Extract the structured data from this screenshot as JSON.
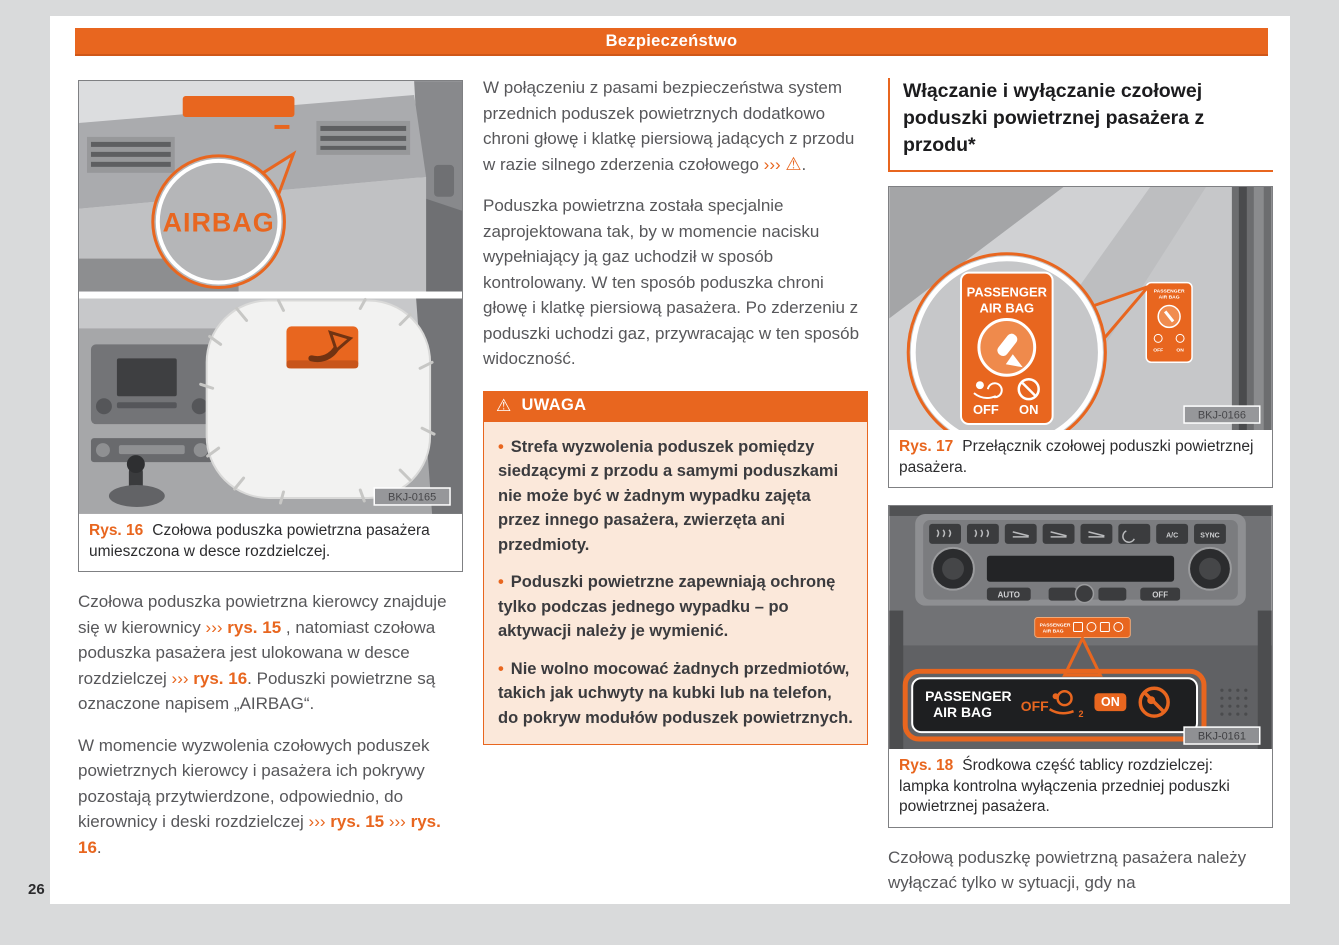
{
  "header": {
    "title": "Bezpieczeństwo"
  },
  "footer": {
    "page_number": "26"
  },
  "col1": {
    "fig16": {
      "label": "Rys. 16",
      "caption": "Czołowa poduszka powietrzna pasażera umieszczona w desce rozdzielczej.",
      "airbag_text": "AIRBAG",
      "code": "BKJ-0165"
    },
    "p1": {
      "t1": "Czołowa poduszka powietrzna kierowcy znajduje się w kierownicy ",
      "a1": "››› ",
      "l1": "rys. 15",
      "t2": " , natomiast czołowa poduszka pasażera jest ulokowana w desce rozdzielczej ",
      "a2": "››› ",
      "l2": "rys. 16",
      "t3": ". Poduszki powietrzne są oznaczone napisem „AIRBAG“."
    },
    "p2": {
      "t1": "W momencie wyzwolenia czołowych poduszek powietrznych kierowcy i pasażera ich pokrywy pozostają przytwierdzone, odpowiednio, do kierownicy i deski rozdzielczej ",
      "a1": "››› ",
      "l1": "rys. 15",
      "a2": " ››› ",
      "l2": "rys. 16",
      "t2": "."
    }
  },
  "col2": {
    "p1": {
      "t1": "W połączeniu z pasami bezpieczeństwa system przednich poduszek powietrznych dodatkowo chroni głowę i klatkę piersiową jadących z przodu w razie silnego zderzenia czołowego ",
      "a1": "››› ",
      "warn": "⚠",
      "t2": "."
    },
    "p2": "Poduszka powietrzna została specjalnie zaprojektowana tak, by w momencie nacisku wypełniający ją gaz uchodził w sposób kontrolowany. W ten sposób poduszka chroni głowę i klatkę piersiową pasażera. Po zderzeniu z poduszki uchodzi gaz, przywracając w ten sposób widoczność.",
    "uwaga": {
      "warn_icon": "⚠",
      "title": "UWAGA",
      "bullet_glyph": "•",
      "bullets": [
        "Strefa wyzwolenia poduszek pomiędzy siedzącymi z przodu a samymi poduszkami nie może być w żadnym wypadku zajęta przez innego pasażera, zwierzęta ani przedmioty.",
        "Poduszki powietrzne zapewniają ochronę tylko podczas jednego wypadku – po aktywacji należy je wymienić.",
        "Nie wolno mocować żadnych przedmiotów, takich jak uchwyty na kubki lub na telefon, do pokryw modułów poduszek powietrznych."
      ]
    }
  },
  "col3": {
    "heading": "Włączanie i wyłączanie czołowej poduszki powietrznej pasażera z przodu*",
    "fig17": {
      "label": "Rys. 17",
      "caption": "Przełącznik czołowej poduszki powietrznej pasażera.",
      "panel_line1": "PASSENGER",
      "panel_line2": "AIR BAG",
      "off": "OFF",
      "on": "ON",
      "code": "BKJ-0166"
    },
    "fig18": {
      "label": "Rys. 18",
      "caption": "Środkowa część tablicy rozdzielczej: lampka kontrolna wyłączenia przedniej poduszki powietrznej pasażera.",
      "panel_line1": "PASSENGER",
      "panel_line2": "AIR BAG",
      "off": "OFF",
      "on": "ON",
      "auto": "AUTO",
      "ac": "A/C",
      "sync": "SYNC",
      "off_button": "OFF",
      "code": "BKJ-0161"
    },
    "p1": "Czołową poduszkę powietrzną pasażera należy wyłączać tylko w sytuacji, gdy na"
  },
  "colors": {
    "accent_orange": "#e8661f",
    "warning_bg": "#fbe8da",
    "body_text": "#57575a",
    "page_bg": "#d9dadb"
  }
}
